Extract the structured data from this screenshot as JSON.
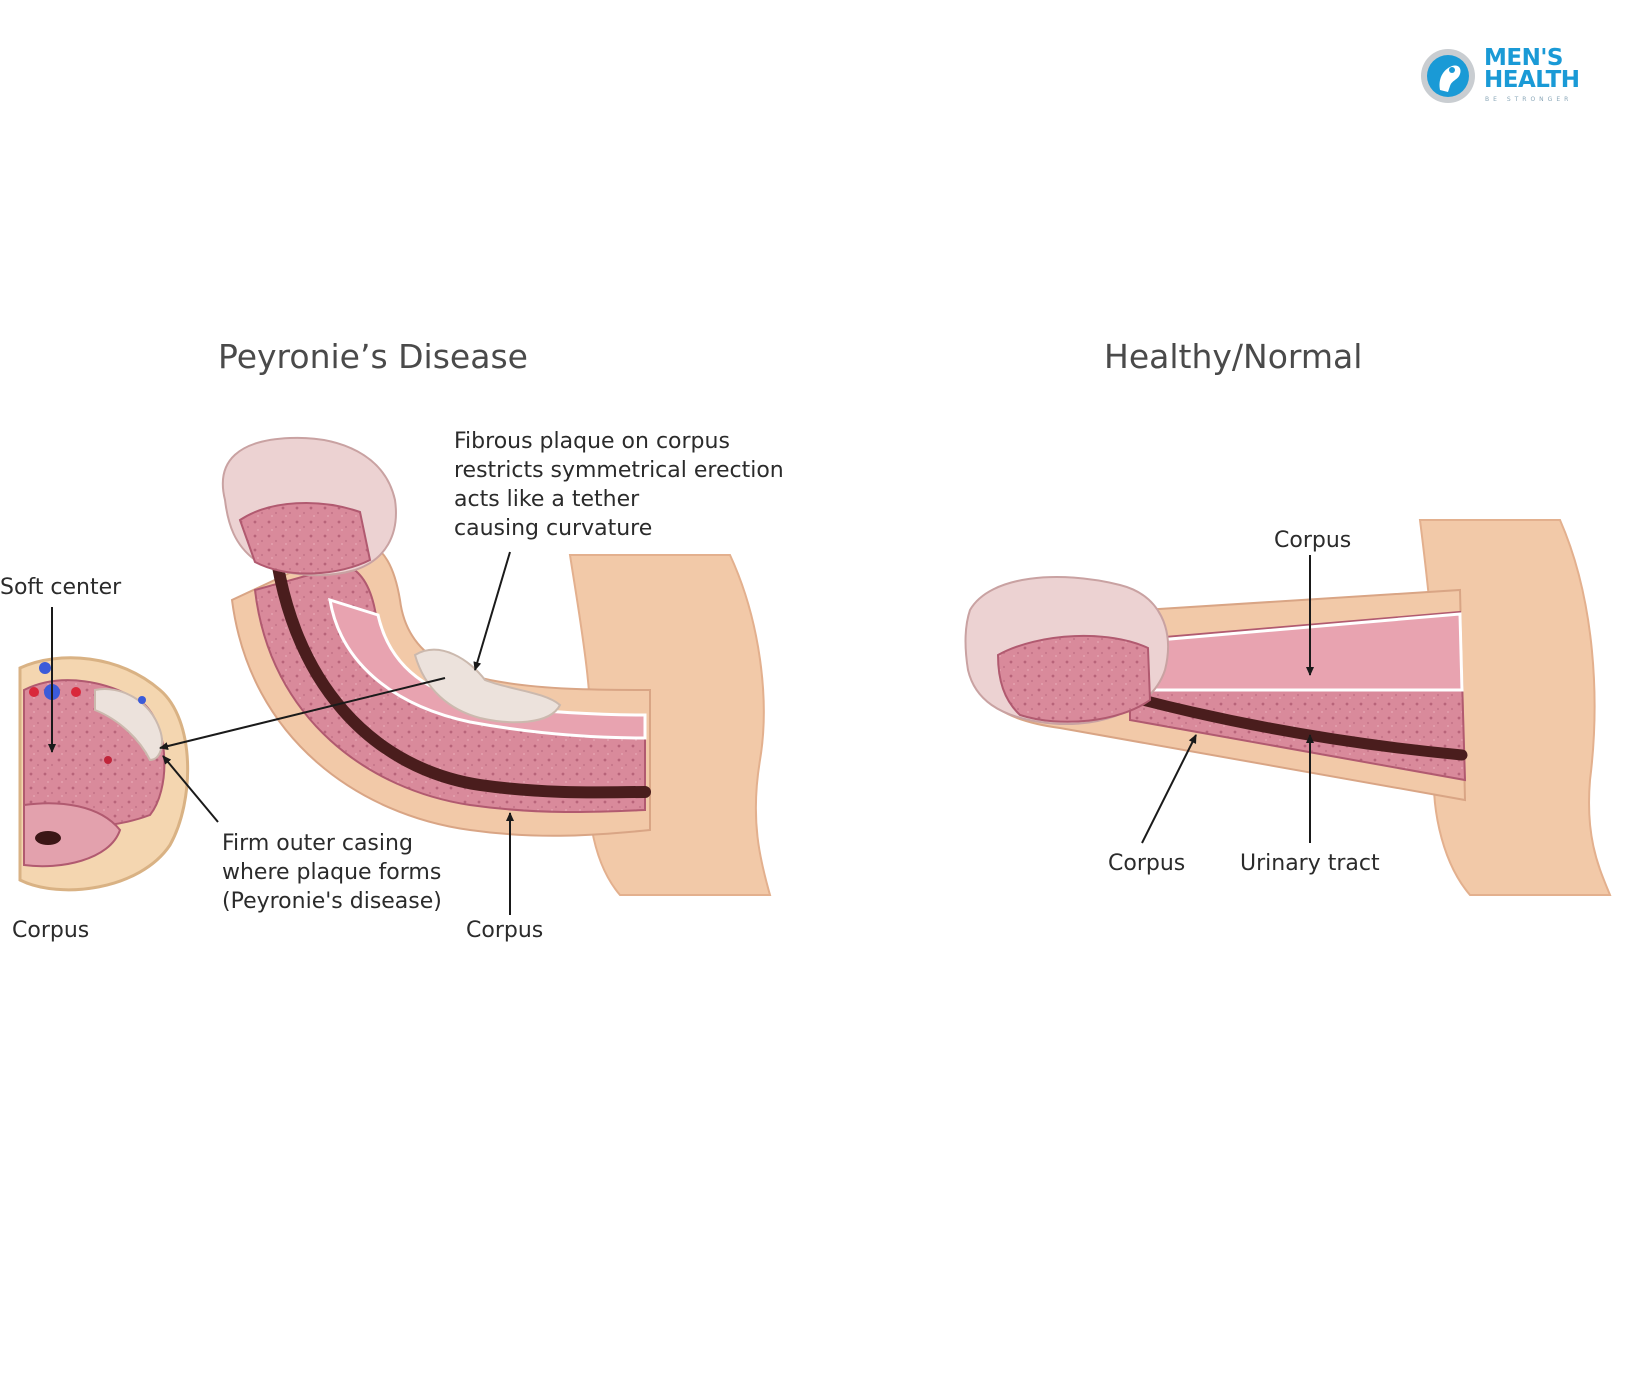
{
  "logo": {
    "line1": "MEN'S",
    "line2": "HEALTH",
    "tagline": "BE STRONGER",
    "brand_color": "#1a9ad6"
  },
  "left_panel": {
    "title": "Peyronie’s Disease",
    "labels": {
      "fibrous_plaque": [
        "Fibrous plaque on corpus",
        "restricts symmetrical erection",
        "acts like a tether",
        "causing curvature"
      ],
      "soft_center": "Soft center",
      "firm_casing": [
        "Firm outer casing",
        "where plaque forms",
        "(Peyronie's disease)"
      ],
      "corpus_cross": "Corpus",
      "corpus_shaft": "Corpus"
    }
  },
  "right_panel": {
    "title": "Healthy/Normal",
    "labels": {
      "corpus_top": "Corpus",
      "corpus_bottom": "Corpus",
      "urinary_tract": "Urinary tract"
    }
  },
  "colors": {
    "skin": "#f2c9a8",
    "skin_shadow": "#e3b08e",
    "tissue": "#d98a9b",
    "tissue_dark": "#c0677c",
    "glans": "#ecd2d2",
    "urethra": "#4a1d1d",
    "plaque": "#ece2dc"
  }
}
